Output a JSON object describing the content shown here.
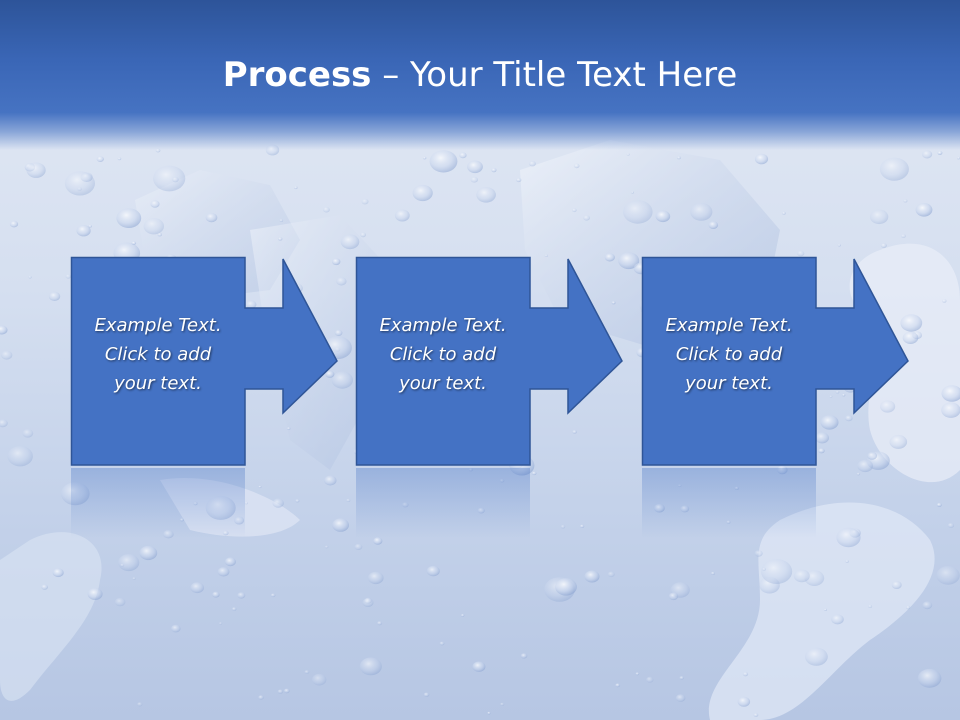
{
  "slide": {
    "title_bold": "Process",
    "title_rest": " – Your Title Text Here"
  },
  "steps": [
    {
      "line1": "Example Text.",
      "line2": "Click  to add",
      "line3": "your text."
    },
    {
      "line1": "Example Text.",
      "line2": "Click  to add",
      "line3": "your text."
    },
    {
      "line1": "Example Text.",
      "line2": "Click  to add",
      "line3": "your text."
    }
  ],
  "colors": {
    "header_top": "#2d5499",
    "header_bottom": "#4673c2",
    "shape_fill": "#4472c4",
    "shape_border": "#2f5597",
    "text": "#ffffff"
  },
  "icons": [
    "right-arrow-icon"
  ]
}
